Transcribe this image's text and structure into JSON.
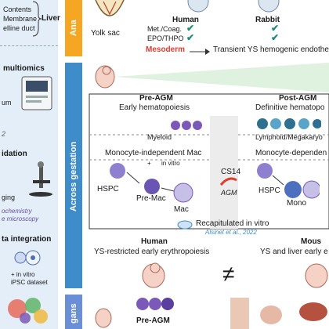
{
  "sidebar": {
    "liver_block": [
      "Contents",
      "Membrane",
      "elline duct"
    ],
    "liver_label": "Liver",
    "multiomics_title": "multiomics",
    "multiomics_fragment": "um",
    "number_fragment": "2",
    "validation_title": "idation",
    "imaging_fragment": "ging",
    "histochem_line1": "ochemistry",
    "histochem_line2": "e microscopy",
    "integration_title": "ta integration",
    "ipsc_line1": "+ in vitro",
    "ipsc_line2": "iPSC dataset"
  },
  "bands": {
    "top": "Ana",
    "middle": "Across gestation",
    "bottom": "gans"
  },
  "top": {
    "yolk_sac": "Yolk sac",
    "human": "Human",
    "rabbit": "Rabbit",
    "rows": [
      "Met./Coag.",
      "EPO/THPO"
    ],
    "mesoderm": "Mesoderm",
    "mesoderm_text": "Transient YS hemogenic endothe"
  },
  "gestation": {
    "pre_title": "Pre-AGM",
    "pre_sub": "Early hematopoiesis",
    "post_title": "Post-AGM",
    "post_sub": "Definitive hematopo",
    "myeloid": "Myeloid",
    "lymphoid": "Lymphoid/Megakaryo",
    "mac_indep": "Monocyte-independent Mac",
    "mac_dep": "Monocyte-dependen",
    "invitro": "in vitro",
    "cs14": "CS14",
    "agm": "AGM",
    "hspc": "HSPC",
    "pre_mac": "Pre-Mac",
    "mac": "Mac",
    "mono": "Mono",
    "recap": "Recapitulated in vitro",
    "cite": "Alsinet et al., 2022"
  },
  "species": {
    "human": "Human",
    "human_sub": "YS-restricted early erythropoiesis",
    "mouse": "Mous",
    "mouse_sub": "YS and liver early e",
    "neq": "≠"
  },
  "organs": {
    "pre_agm": "Pre-AGM"
  },
  "colors": {
    "orange_band": "#f5a623",
    "gestation_band": "#3f8ccb",
    "organs_band": "#6b8fd6",
    "purple": "#7b59b8",
    "teal": "#1f8a7a",
    "red": "#e23a2b"
  }
}
